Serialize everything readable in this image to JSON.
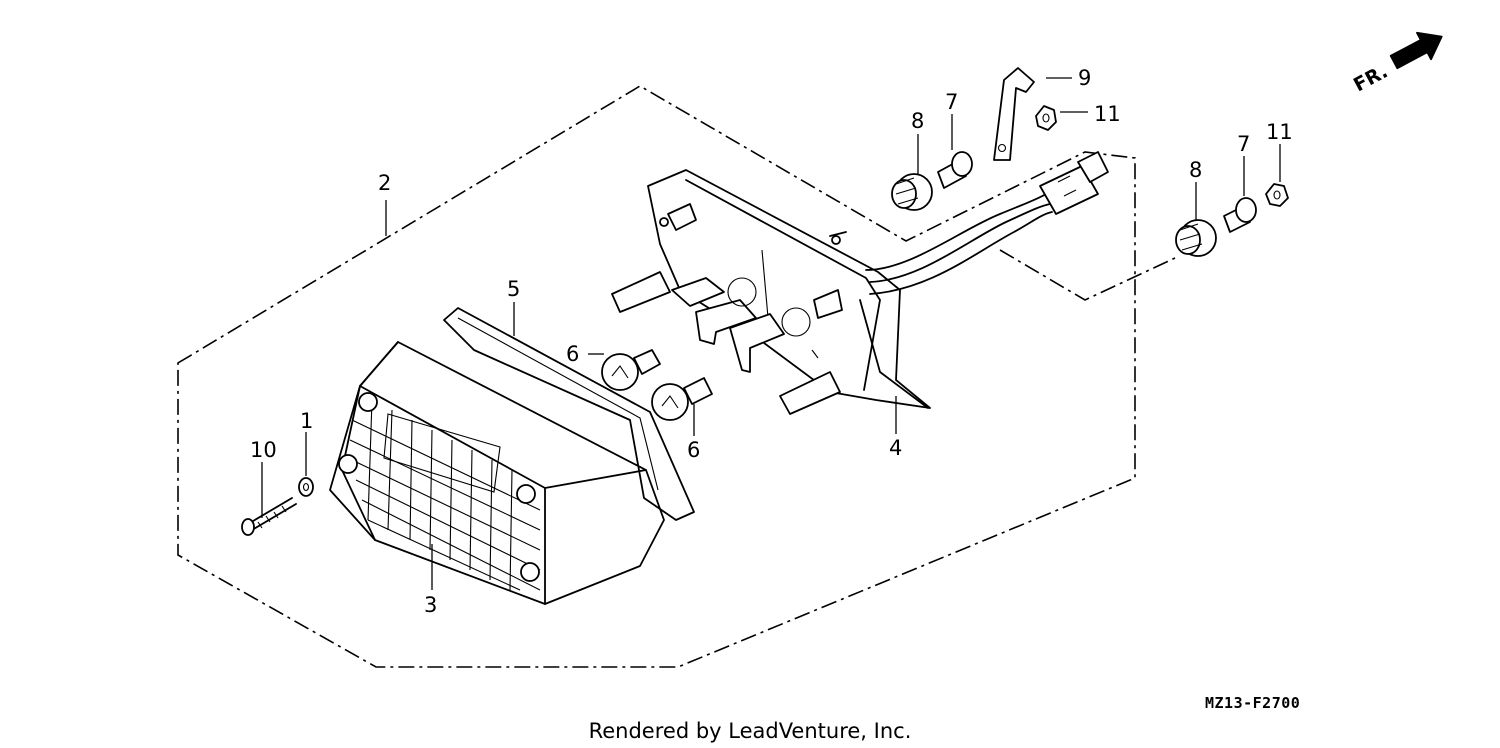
{
  "callouts": {
    "c1": "1",
    "c2": "2",
    "c3": "3",
    "c4": "4",
    "c5": "5",
    "c6a": "6",
    "c6b": "6",
    "c7a": "7",
    "c7b": "7",
    "c8a": "8",
    "c8b": "8",
    "c9": "9",
    "c10": "10",
    "c11a": "11",
    "c11b": "11"
  },
  "direction_label": "FR.",
  "diagram_code": "MZ13-F2700",
  "footer_text": "Rendered by LeadVenture, Inc."
}
